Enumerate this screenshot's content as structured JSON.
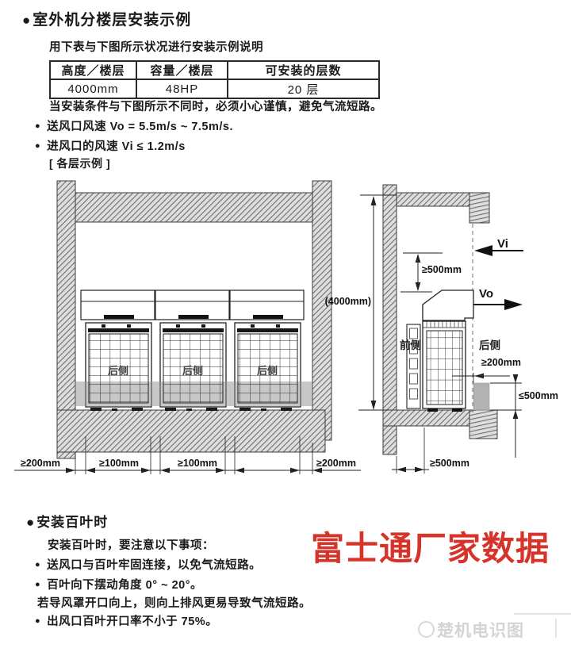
{
  "section_install": {
    "marker": "●",
    "title": "室外机分楼层安装示例",
    "intro": "用下表与下图所示状况进行安装示例说明",
    "table": {
      "headers": [
        "高度／楼层",
        "容量／楼层",
        "可安装的层数"
      ],
      "row": [
        "4000mm",
        "48HP",
        "20 层"
      ]
    },
    "caution": "当安装条件与下图所示不同时，必须小心谨慎，避免气流短路。",
    "bullets": [
      "送风口风速 Vo = 5.5m/s ~ 7.5m/s.",
      "进风口的风速 Vi ≤ 1.2m/s"
    ],
    "example_note": "[ 各层示例 ]"
  },
  "diagram": {
    "front_view": {
      "unit_rear_label": "后侧",
      "dim_left": "≥200mm",
      "dim_gap1": "≥100mm",
      "dim_gap2": "≥100mm",
      "dim_right": "≥200mm"
    },
    "side_view": {
      "height_dim": "(4000mm)",
      "inlet_label": "Vi",
      "outlet_label": "Vo",
      "top_clearance": "≥500mm",
      "front_label": "前侧",
      "rear_label": "后侧",
      "rear_clearance": "≥200mm",
      "parapet_height": "≤500mm",
      "front_clearance": "≥500mm"
    }
  },
  "section_louver": {
    "marker": "●",
    "title": "安装百叶时",
    "intro": "安装百叶时，要注意以下事项：",
    "bullet1": "送风口与百叶牢固连接，以免气流短路。",
    "bullet2": "百叶向下摆动角度 0° ~ 20°。",
    "note": "若导风罩开口向上，则向上排风更易导致气流短路。",
    "bullet3": "出风口百叶开口率不小于 75%。"
  },
  "stamp": {
    "text": "富士通厂家数据",
    "color": "#d6342a"
  },
  "watermark": {
    "prefix": "楚",
    "text": "机电识图"
  }
}
